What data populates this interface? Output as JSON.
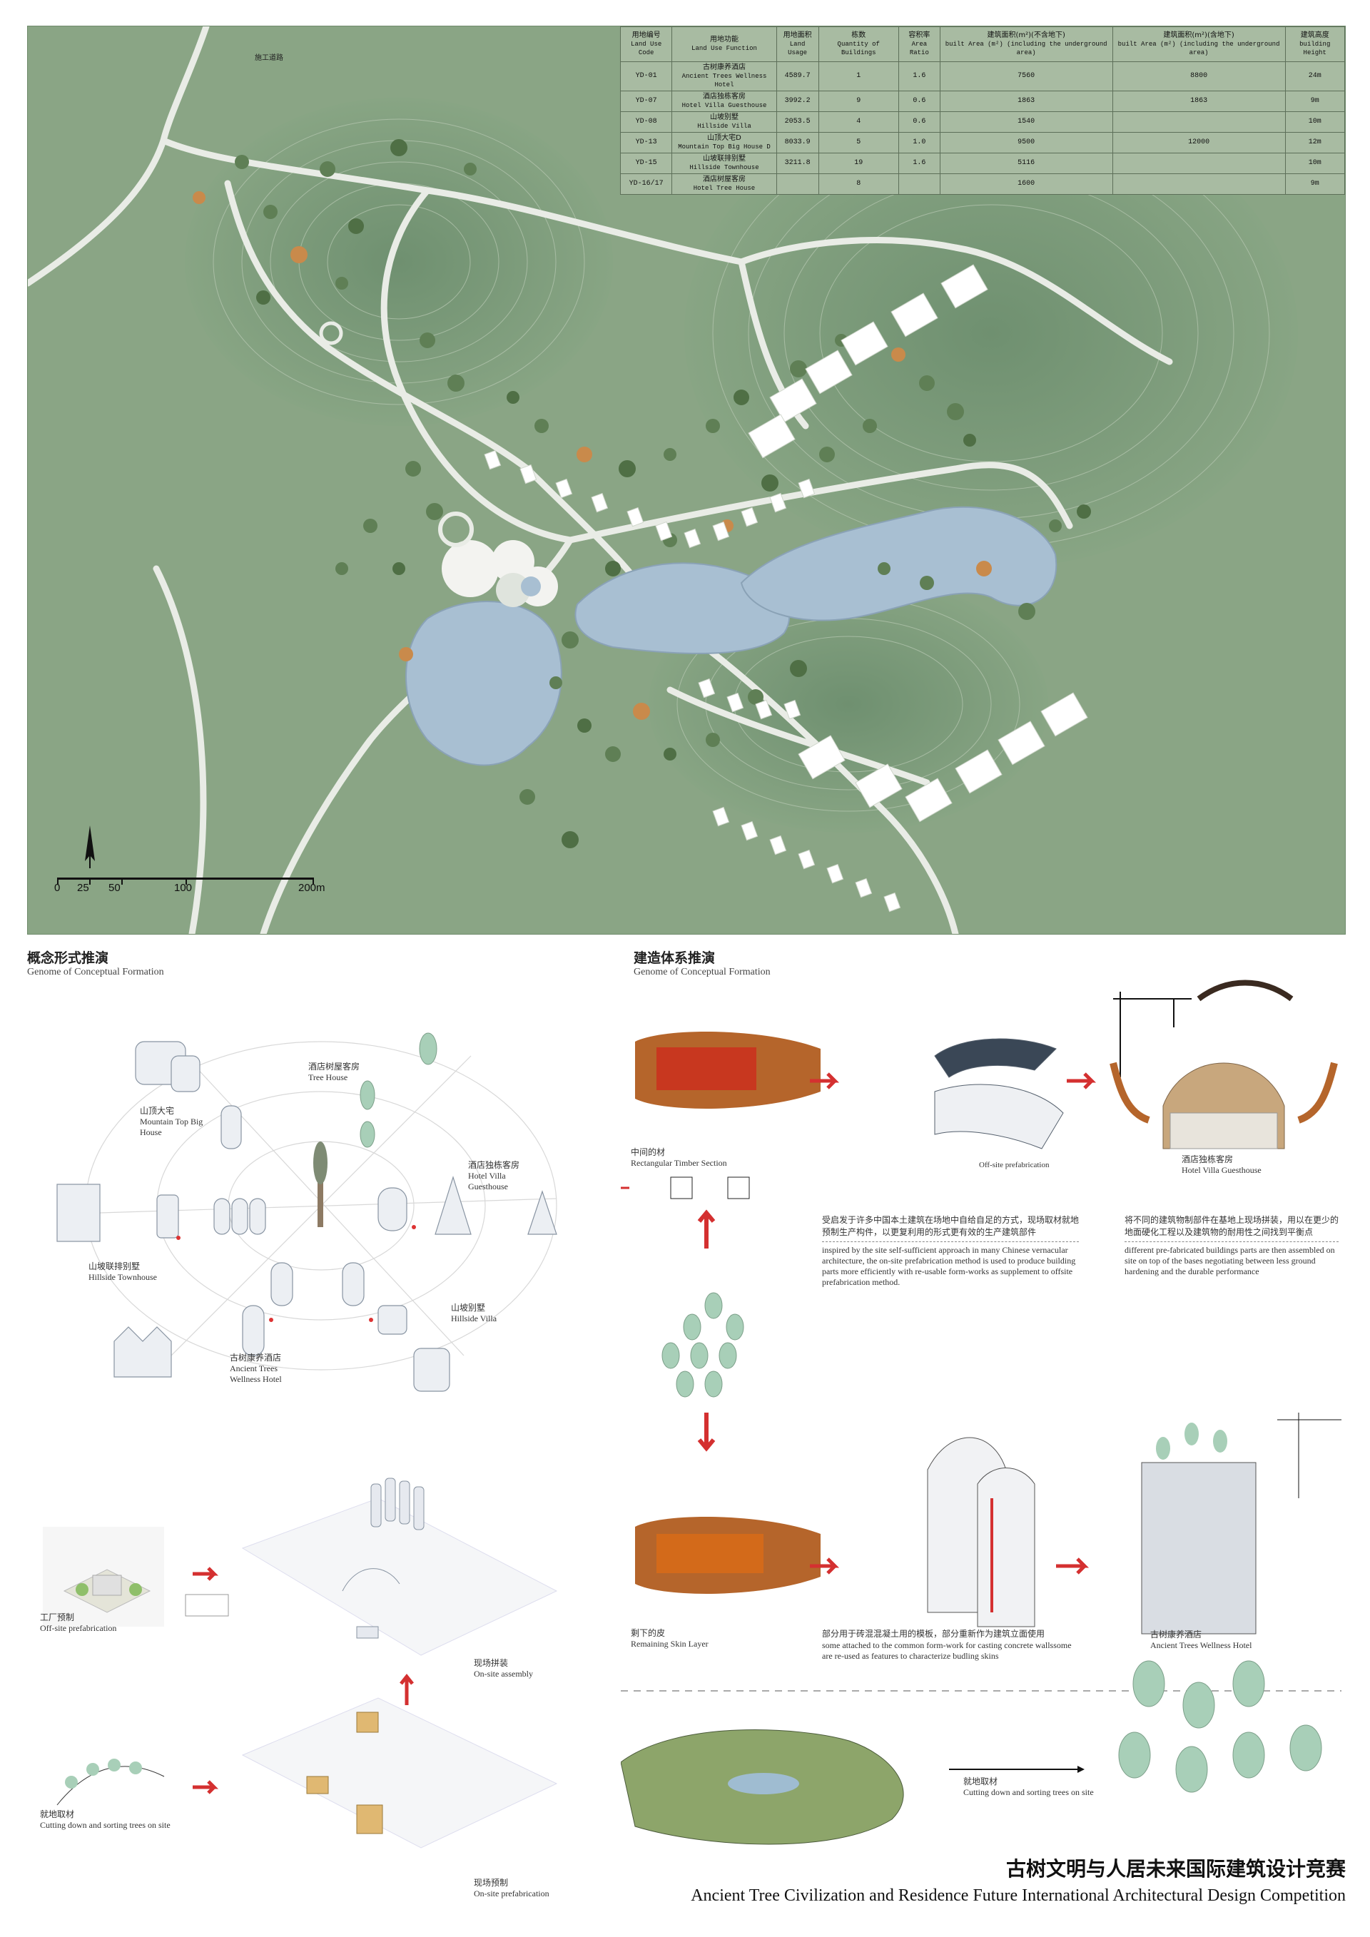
{
  "site_plan": {
    "road_label": "施工道路",
    "scale": {
      "ticks": [
        "0",
        "25",
        "50",
        "100",
        "200m"
      ]
    }
  },
  "land_table": {
    "headers": [
      {
        "zh": "用地编号",
        "en": "Land Use Code"
      },
      {
        "zh": "用地功能",
        "en": "Land Use Function"
      },
      {
        "zh": "用地面积",
        "en": "Land Usage"
      },
      {
        "zh": "栋数",
        "en": "Quantity of Buildings"
      },
      {
        "zh": "容积率",
        "en": "Area Ratio"
      },
      {
        "zh": "建筑面积(m²)(不含地下)",
        "en": "built Area (m²) (including the underground area)"
      },
      {
        "zh": "建筑面积(m²)(含地下)",
        "en": "built Area (m²) (including the underground area)"
      },
      {
        "zh": "建筑高度",
        "en": "building Height"
      }
    ],
    "rows": [
      {
        "code": "YD-01",
        "zh": "古树康养酒店",
        "en": "Ancient Trees Wellness Hotel",
        "area": "4589.7",
        "qty": "1",
        "ratio": "1.6",
        "built": "7560",
        "built_ug": "8800",
        "height": "24m"
      },
      {
        "code": "YD-07",
        "zh": "酒店独栋客房",
        "en": "Hotel Villa Guesthouse",
        "area": "3992.2",
        "qty": "9",
        "ratio": "0.6",
        "built": "1863",
        "built_ug": "1863",
        "height": "9m"
      },
      {
        "code": "YD-08",
        "zh": "山坡别墅",
        "en": "Hillside Villa",
        "area": "2053.5",
        "qty": "4",
        "ratio": "0.6",
        "built": "1540",
        "built_ug": "",
        "height": "10m"
      },
      {
        "code": "YD-13",
        "zh": "山顶大宅D",
        "en": "Mountain Top Big House D",
        "area": "8033.9",
        "qty": "5",
        "ratio": "1.0",
        "built": "9500",
        "built_ug": "12000",
        "height": "12m"
      },
      {
        "code": "YD-15",
        "zh": "山坡联排别墅",
        "en": "Hillside Townhouse",
        "area": "3211.8",
        "qty": "19",
        "ratio": "1.6",
        "built": "5116",
        "built_ug": "",
        "height": "10m"
      },
      {
        "code": "YD-16/17",
        "zh": "酒店树屋客房",
        "en": "Hotel Tree House",
        "area": "",
        "qty": "8",
        "ratio": "",
        "built": "1600",
        "built_ug": "",
        "height": "9m"
      }
    ]
  },
  "conceptual": {
    "title_zh": "概念形式推演",
    "title_en": "Genome of Conceptual Formation",
    "labels": {
      "tree_house": {
        "zh": "酒店树屋客房",
        "en": "Tree House"
      },
      "mountain": {
        "zh": "山顶大宅",
        "en": "Mountain Top Big House"
      },
      "villa_guest": {
        "zh": "酒店独栋客房",
        "en": "Hotel Villa Guesthouse"
      },
      "townhouse": {
        "zh": "山坡联排别墅",
        "en": "Hillside Townhouse"
      },
      "hillside_villa": {
        "zh": "山坡别墅",
        "en": "Hillside Villa"
      },
      "wellness": {
        "zh": "古树康养酒店",
        "en": "Ancient Trees Wellness Hotel"
      }
    },
    "offsite": {
      "zh": "工厂预制",
      "en": "Off-site prefabrication"
    },
    "onsite_assembly": {
      "zh": "现场拼装",
      "en": "On-site assembly"
    },
    "cutting": {
      "zh": "就地取材",
      "en": "Cutting down and sorting trees on site"
    },
    "onsite_prefab": {
      "zh": "现场预制",
      "en": "On-site prefabrication"
    }
  },
  "construction": {
    "title_zh": "建造体系推演",
    "title_en": "Genome of Conceptual Formation",
    "timber": {
      "zh": "中间的材",
      "en": "Rectangular Timber Section"
    },
    "prefab_frag": "Off-site prefabrication",
    "villa_guest": {
      "zh": "酒店独栋客房",
      "en": "Hotel Villa Guesthouse"
    },
    "para1_zh": "受启发于许多中国本土建筑在场地中自给自足的方式，现场取材就地预制生产构件，以更复利用的形式更有效的生产建筑部件",
    "para1_en": "inspired by the site self-sufficient approach in many Chinese vernacular architecture, the on-site prefabrication method is used to produce building parts more efficiently with re-usable form-works as supplement to offsite prefabrication method.",
    "para2_zh": "将不同的建筑物制部件在基地上现场拼装，用以在更少的地面硬化工程以及建筑物的耐用性之间找到平衡点",
    "para2_en": "different pre-fabricated buildings parts are then assembled on site on top of the bases negotiating between less ground hardening and the durable performance",
    "skin": {
      "zh": "剩下的皮",
      "en": "Remaining Skin Layer"
    },
    "para3_zh": "部分用于砖混混凝土用的模板，部分重新作为建筑立面使用",
    "para3_en": "some attached to the common form-work for casting concrete wallssome are re-used as features to characterize budling skins",
    "wellness": {
      "zh": "古树康养酒店",
      "en": "Ancient Trees Wellness Hotel"
    },
    "cutting": {
      "zh": "就地取材",
      "en": "Cutting down and sorting trees on site"
    }
  },
  "footer": {
    "title_zh": "古树文明与人居未来国际建筑设计竞赛",
    "title_en": "Ancient Tree Civilization and Residence Future International Architectural Design Competition"
  }
}
